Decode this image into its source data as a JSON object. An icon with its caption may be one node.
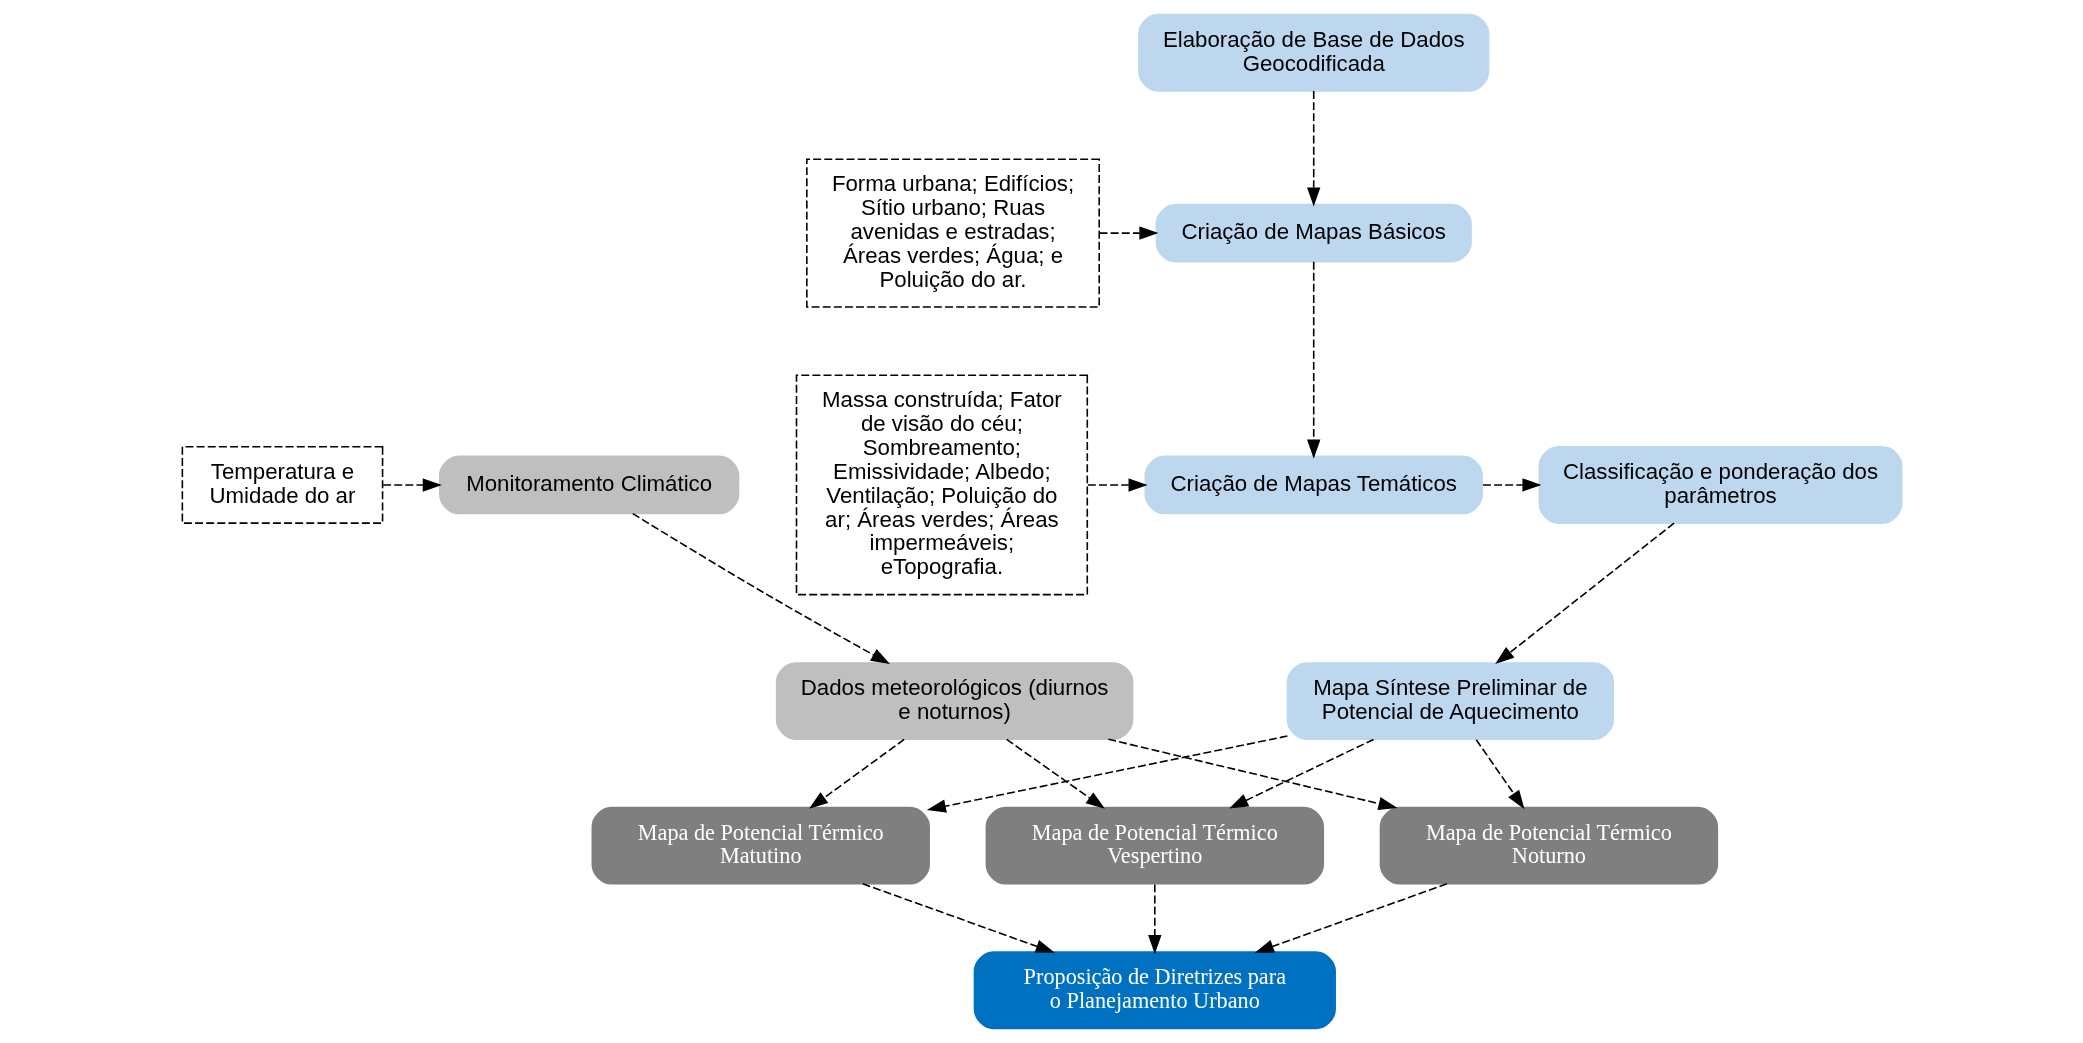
{
  "diagram": {
    "nodes": [
      {
        "text": [
          "Elaboração de Base de Dados Geocodificada"
        ]
      },
      {
        "text": [
          "Forma urbana; Edifícios; Sítio urbano; Ruas avenidas e estradas; Áreas verdes; Água; e Poluição do ar."
        ]
      },
      {
        "text": [
          "Criação de Mapas Básicos"
        ]
      },
      {
        "text": [
          "Massa construída; Fator de visão do céu; Sombreamento; Emissividade; Albedo; Ventilação; Poluição do ar; Áreas verdes; Áreas impermeáveis; eTopografia."
        ]
      },
      {
        "text": [
          "Criação de Mapas Temáticos"
        ]
      },
      {
        "text": [
          "Classificação e ponderação dos parâmetros"
        ]
      },
      {
        "text": [
          "Monitoramento Climático"
        ]
      },
      {
        "text": [
          "Temperatura e Umidade do ar"
        ]
      },
      {
        "text": [
          "Mapa Síntese Preliminar de Potencial de Aquecimento"
        ]
      },
      {
        "text": [
          "Dados meteorológicos (diurnos e noturnos)"
        ]
      },
      {
        "text": [
          "Mapa de Potencial Térmico Matutino"
        ]
      },
      {
        "text": [
          "Mapa de Potencial Térmico Vespertino"
        ]
      },
      {
        "text": [
          "Mapa de Potencial Térmico Noturno"
        ]
      },
      {
        "text": [
          "Proposição de Diretrizes para o Planejamento Urbano"
        ]
      }
    ],
    "edges": [
      {
        "from": 0,
        "to": 2,
        "arrow": "to",
        "style": "dashed"
      },
      {
        "from": 1,
        "to": 2,
        "arrow": "to",
        "style": "dashed"
      },
      {
        "from": 2,
        "to": 4,
        "arrow": "to",
        "style": "dashed"
      },
      {
        "from": 3,
        "to": 4,
        "arrow": "to",
        "style": "dashed"
      },
      {
        "from": 4,
        "to": 5,
        "arrow": "to",
        "style": "dashed"
      },
      {
        "from": 7,
        "to": 6,
        "arrow": "to",
        "style": "dashed"
      },
      {
        "from": 5,
        "to": 8,
        "arrow": "to",
        "style": "dashed"
      },
      {
        "from": 6,
        "to": 9,
        "arrow": "to",
        "style": "dashed"
      },
      {
        "from": 8,
        "to": 10,
        "arrow": "to",
        "style": "dashed"
      },
      {
        "from": 8,
        "to": 11,
        "arrow": "to",
        "style": "dashed"
      },
      {
        "from": 8,
        "to": 12,
        "arrow": "to",
        "style": "dashed"
      },
      {
        "from": 9,
        "to": 10,
        "arrow": "to",
        "style": "dashed"
      },
      {
        "from": 9,
        "to": 11,
        "arrow": "to",
        "style": "dashed"
      },
      {
        "from": 9,
        "to": 12,
        "arrow": "to",
        "style": "dashed"
      },
      {
        "from": 10,
        "to": 13,
        "arrow": "to",
        "style": "dashed"
      },
      {
        "from": 11,
        "to": 13,
        "arrow": "to",
        "style": "dashed"
      },
      {
        "from": 12,
        "to": 13,
        "arrow": "to",
        "style": "dashed"
      }
    ]
  }
}
